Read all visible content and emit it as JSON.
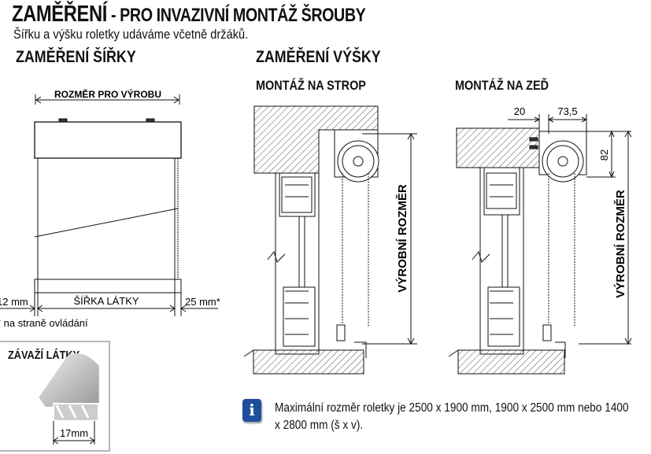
{
  "header": {
    "title_main": "ZAMĚŘENÍ",
    "title_rest": " - PRO INVAZIVNÍ MONTÁŽ ŠROUBY",
    "subtitle": "Šířku a výšku roletky udáváme včetně držáků."
  },
  "width_section": {
    "heading": "ZAMĚŘENÍ ŠÍŘKY",
    "production_size_label": "ROZMĚR PRO VÝROBU",
    "left_offset": "12 mm",
    "fabric_width_label": "ŠÍŘKA LÁTKY",
    "right_offset": "25 mm*",
    "footnote": "* na straně ovládání"
  },
  "weight_section": {
    "heading": "ZÁVAŽÍ LÁTKY",
    "dimension": "17mm"
  },
  "height_section": {
    "heading": "ZAMĚŘENÍ VÝŠKY",
    "ceiling": {
      "heading": "MONTÁŽ NA STROP",
      "dimension_label": "VÝROBNÍ ROZMĚR"
    },
    "wall": {
      "heading": "MONTÁŽ NA ZEĎ",
      "offset": "20",
      "depth": "73,5",
      "height": "82",
      "dimension_label": "VÝROBNÍ ROZMĚR"
    }
  },
  "info": {
    "icon": "info-icon",
    "text": "Maximální rozměr roletky je 2500 x 1900 mm, 1900 x 2500 mm nebo 1400 x 2800 mm (š x v)."
  },
  "colors": {
    "info_blue": "#1f4f9c",
    "hatch": "#555555",
    "box_border": "#b5b5b5"
  }
}
